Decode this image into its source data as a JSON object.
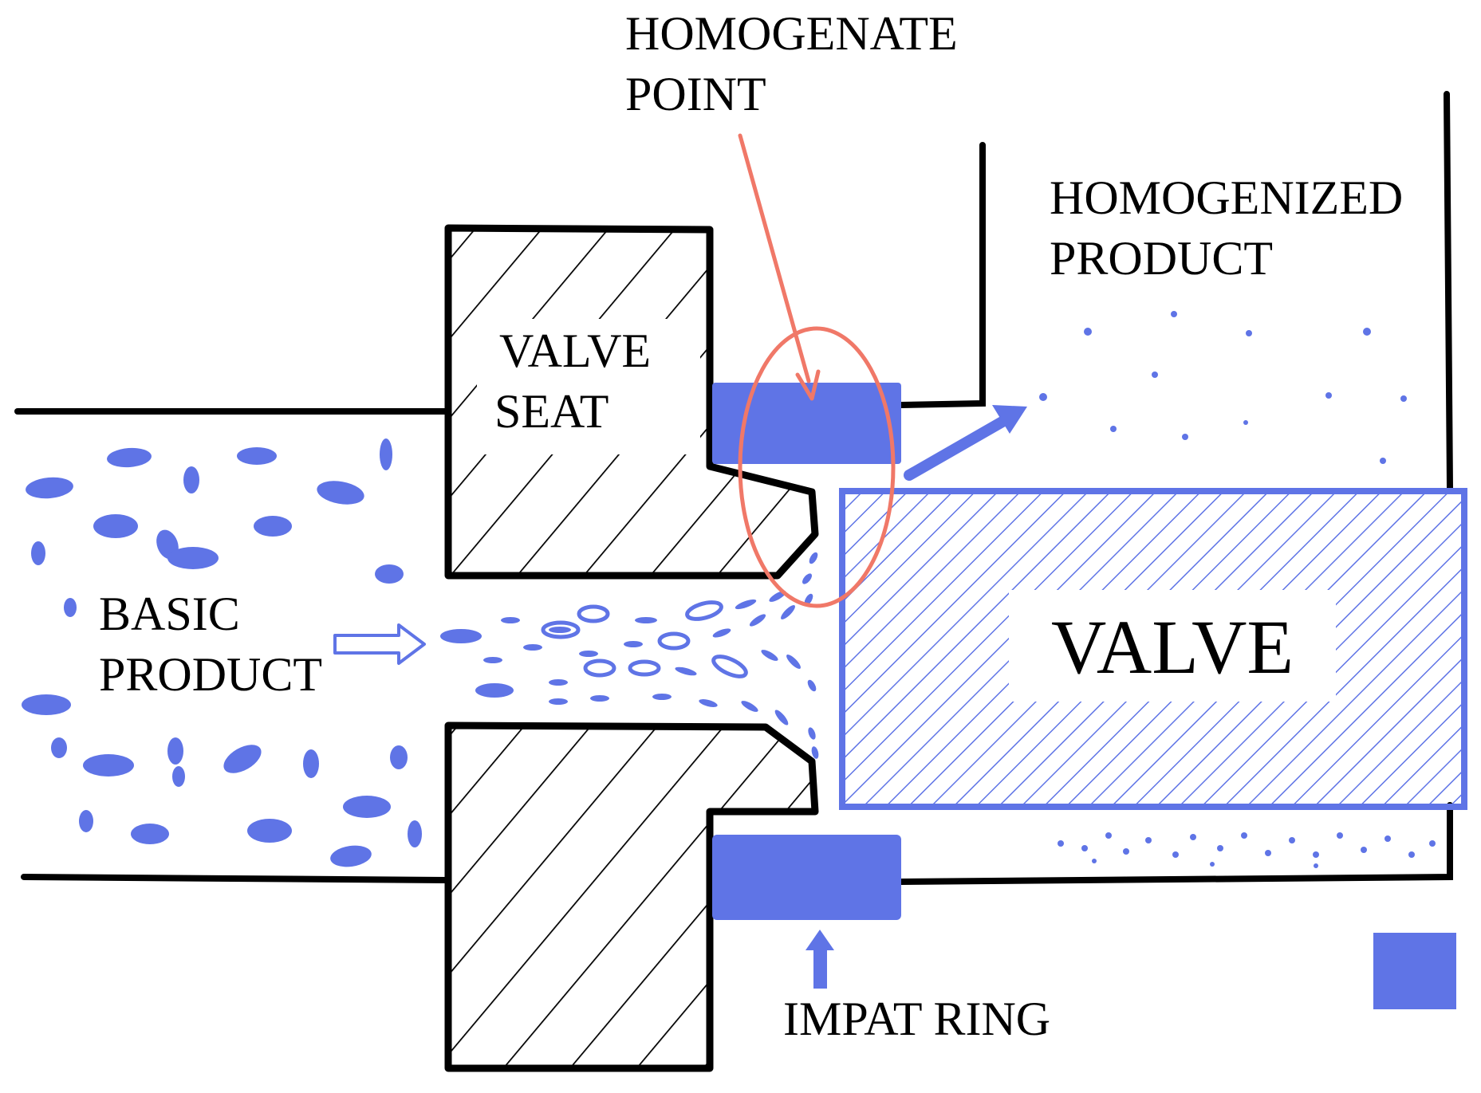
{
  "labels": {
    "homogenate_point": [
      "HOMOGENATE",
      "POINT"
    ],
    "homogenized_product": [
      "HOMOGENIZED",
      "PRODUCT"
    ],
    "valve_seat": [
      "VALVE",
      "SEAT"
    ],
    "basic_product": [
      "BASIC",
      "PRODUCT"
    ],
    "valve": "VALVE",
    "impact_ring": "IMPAT RING"
  },
  "colors": {
    "particle_blue": "#5f74e6",
    "highlight_red": "#f07868",
    "outline_black": "#000000"
  }
}
